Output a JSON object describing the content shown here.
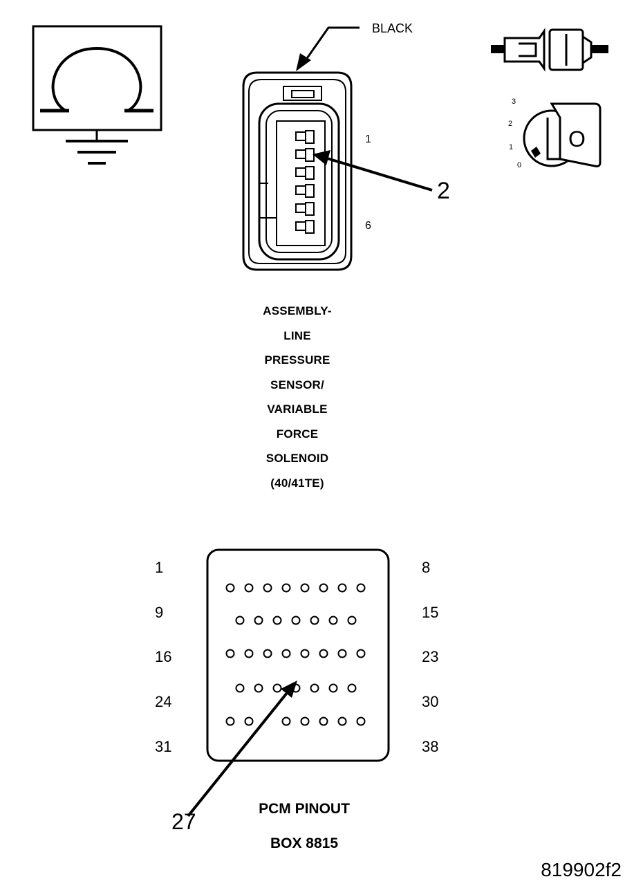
{
  "connector": {
    "wire_color_label": "BLACK",
    "pin_first": "1",
    "pin_last": "6",
    "callout": "2",
    "caption_lines": [
      "ASSEMBLY-",
      "LINE",
      "PRESSURE",
      "SENSOR/",
      "VARIABLE",
      "FORCE",
      "SOLENOID",
      "(40/41TE)"
    ]
  },
  "ignition": {
    "positions": [
      "3",
      "2",
      "1",
      "0"
    ],
    "key_label": "O"
  },
  "pcm": {
    "rows_left": [
      "1",
      "9",
      "16",
      "24",
      "31"
    ],
    "rows_right": [
      "8",
      "15",
      "23",
      "30",
      "38"
    ],
    "callout": "27",
    "title": "PCM PINOUT",
    "subtitle": "BOX 8815"
  },
  "figure_id": "819902f2"
}
